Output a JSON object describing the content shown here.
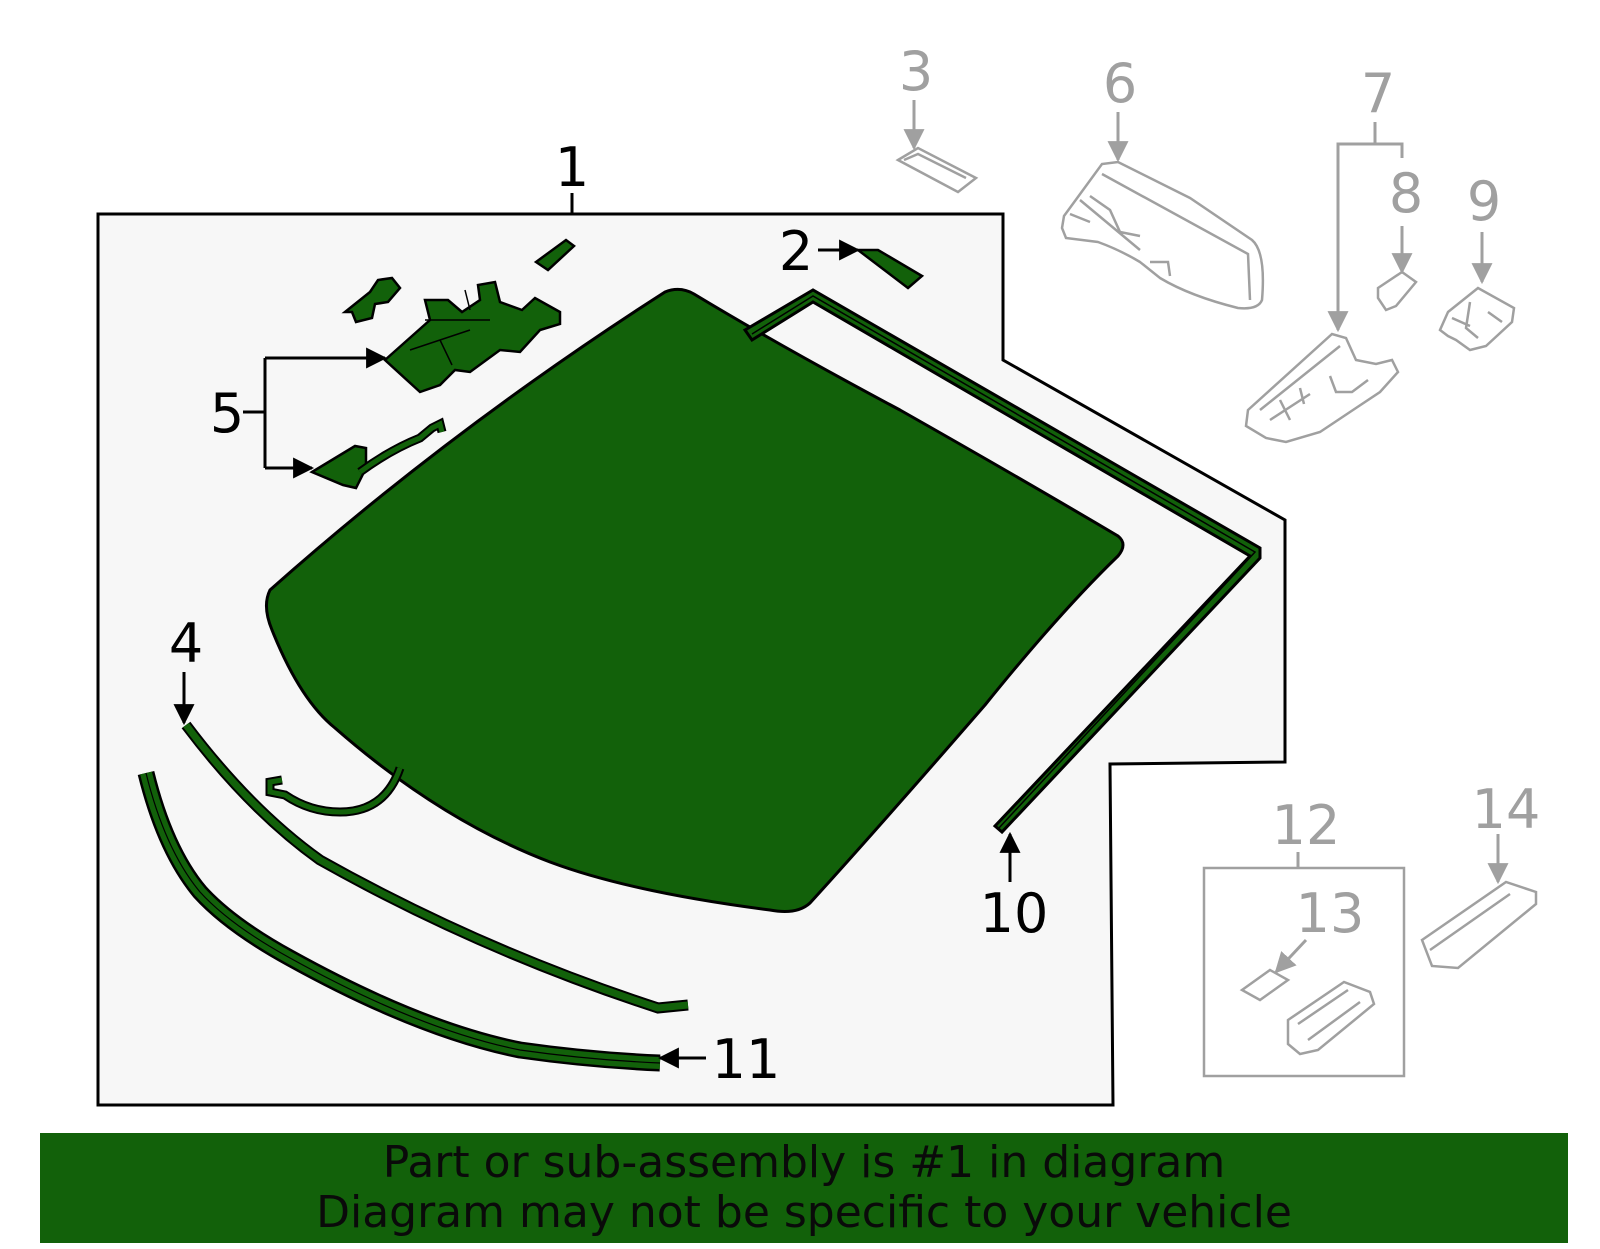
{
  "diagram": {
    "callouts": {
      "c1": "1",
      "c2": "2",
      "c3": "3",
      "c4": "4",
      "c5": "5",
      "c6": "6",
      "c7": "7",
      "c8": "8",
      "c9": "9",
      "c10": "10",
      "c11": "11",
      "c12": "12",
      "c13": "13",
      "c14": "14"
    },
    "colors": {
      "highlight": "#12610a",
      "inactive": "#a0a0a0",
      "panel": "#f7f7f7",
      "outline": "#000000"
    }
  },
  "banner": {
    "line1": "Part or sub-assembly is #1 in diagram",
    "line2": "Diagram may not be specific to your vehicle",
    "background": "#12610a"
  }
}
